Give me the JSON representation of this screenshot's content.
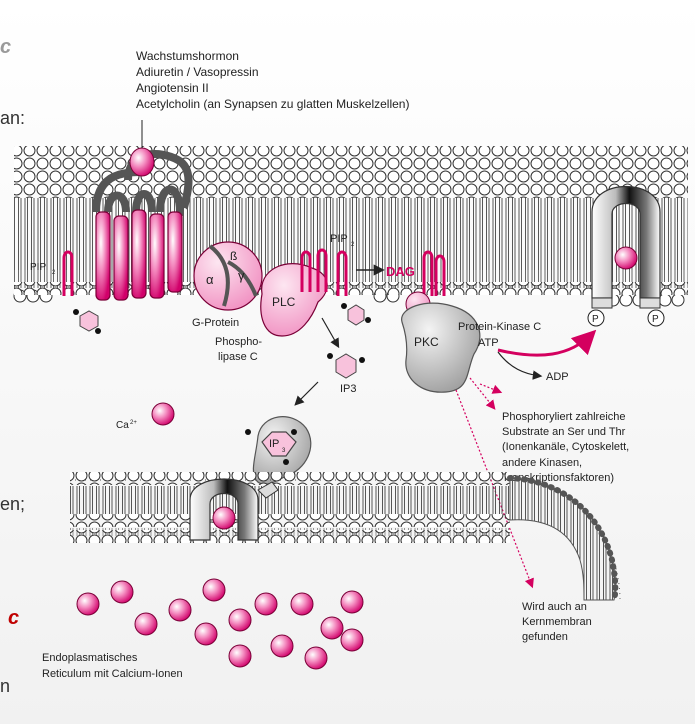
{
  "left_fragments": {
    "top_letter": "c",
    "an": "an:",
    "en": "en;",
    "red_letter": "c",
    "n": "n"
  },
  "hormones": {
    "line1": "Wachstumshormon",
    "line2": "Adiuretin / Vasopressin",
    "line3": "Angiotensin II",
    "line4": "Acetylcholin (an Synapsen zu glatten Muskelzellen)"
  },
  "labels": {
    "pip2_left": "PIP",
    "pip2_left_sub": "2",
    "pip2_center": "PIP",
    "pip2_center_sub": "2",
    "dag": "DAG",
    "alpha": "α",
    "beta": "ß",
    "gamma": "γ",
    "g_protein": "G-Protein",
    "plc": "PLC",
    "phospholipase_1": "Phospho-",
    "phospholipase_2": "lipase C",
    "pkc": "PKC",
    "pkc_full": "Protein-Kinase C",
    "atp": "ATP",
    "adp": "ADP",
    "ip3": "IP3",
    "ip3_box": "IP",
    "ip3_box_sub": "3",
    "ca": "Ca",
    "ca_sup": "2+",
    "p": "P",
    "phos_1": "Phosphoryliert zahlreiche",
    "phos_2": "Substrate an Ser und Thr",
    "phos_3": "(Ionenkanäle, Cytoskelett,",
    "phos_4": "andere Kinasen,",
    "phos_5": "Transkriptionsfaktoren)",
    "kern_1": "Wird auch an",
    "kern_2": "Kernmembran",
    "kern_3": "gefunden",
    "er_1": "Endoplasmatisches",
    "er_2": "Reticulum mit Calcium-Ionen"
  },
  "colors": {
    "magenta": "#d4005f",
    "pink": "#f07ab4",
    "light_pink": "#f8c2dc",
    "gray": "#a8a8a8"
  }
}
